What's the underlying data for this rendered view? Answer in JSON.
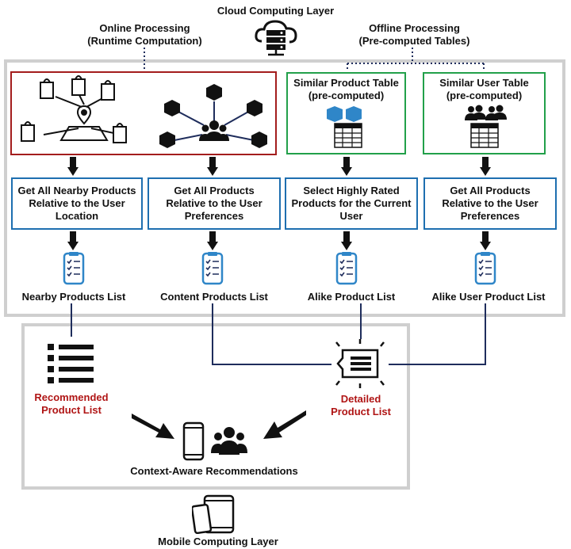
{
  "layers": {
    "cloud": "Cloud Computing Layer",
    "mobile": "Mobile Computing Layer"
  },
  "online": {
    "line1": "Online Processing",
    "line2": "(Runtime Computation)"
  },
  "offline": {
    "line1": "Offline Processing",
    "line2": "(Pre-computed Tables)"
  },
  "tables": {
    "product_line1": "Similar Product Table",
    "product_line2": "(pre-computed)",
    "user_line1": "Similar User Table",
    "user_line2": "(pre-computed)"
  },
  "steps": [
    "Get All Nearby Products Relative to the User Location",
    "Get All Products Relative to the User Preferences",
    "Select Highly Rated Products for the Current User",
    "Get All Products Relative to the User Preferences"
  ],
  "lists": [
    "Nearby Products List",
    "Content Products List",
    "Alike Product List",
    "Alike User Product List"
  ],
  "results": {
    "recommended_line1": "Recommended",
    "recommended_line2": "Product List",
    "detailed_line1": "Detailed",
    "detailed_line2": "Product List",
    "context": "Context-Aware Recommendations"
  },
  "colors": {
    "red": "#a31d1d",
    "green": "#22a04a",
    "blue": "#1e6fb0",
    "connector": "#1f2d5c",
    "frame": "#cfcfcf",
    "icon_blue": "#2f86c8"
  }
}
